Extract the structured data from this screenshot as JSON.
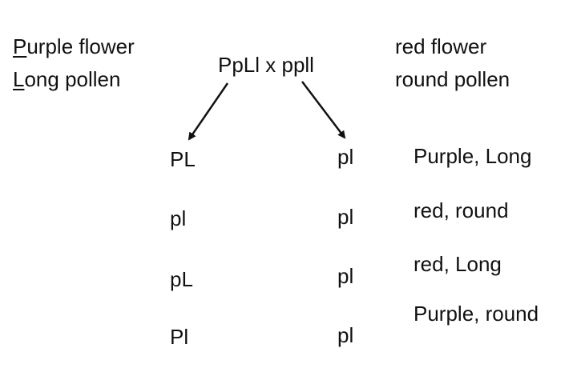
{
  "left_parent": {
    "line1_initial": "P",
    "line1_rest": "urple flower",
    "line2_initial": "L",
    "line2_rest": "ong pollen"
  },
  "cross": "PpLl x ppll",
  "right_parent": {
    "line1": "red flower",
    "line2": "round pollen"
  },
  "gametes": {
    "col1": [
      "PL",
      "pl",
      "pL",
      "Pl"
    ],
    "col2": [
      "pl",
      "pl",
      "pl",
      "pl"
    ]
  },
  "phenotypes": [
    "Purple, Long",
    "red, round",
    "red, Long",
    "Purple, round"
  ],
  "colors": {
    "text": "#111111",
    "arrow": "#111111"
  }
}
